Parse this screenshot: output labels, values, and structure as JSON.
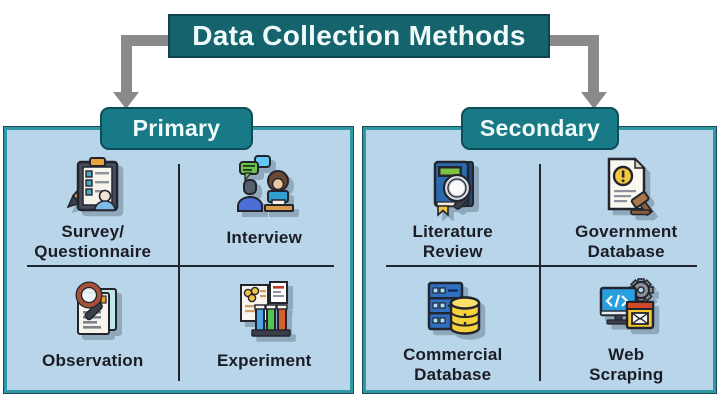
{
  "title": "Data Collection Methods",
  "colors": {
    "title_box": "#15646d",
    "branch_box": "#177a86",
    "panel_background": "#b9d5e9",
    "panel_border": "#2f98a4",
    "connector_gray": "#8a8a8a",
    "divider": "#23252e",
    "label_text": "#1b1c26",
    "header_text": "#f0fafa"
  },
  "branches": [
    {
      "label": "Primary",
      "items": [
        {
          "label": "Survey/\nQuestionnaire",
          "icon": "survey-questionnaire-icon"
        },
        {
          "label": "Interview",
          "icon": "interview-icon"
        },
        {
          "label": "Observation",
          "icon": "observation-icon"
        },
        {
          "label": "Experiment",
          "icon": "experiment-icon"
        }
      ]
    },
    {
      "label": "Secondary",
      "items": [
        {
          "label": "Literature\nReview",
          "icon": "literature-review-icon"
        },
        {
          "label": "Government\nDatabase",
          "icon": "government-database-icon"
        },
        {
          "label": "Commercial\nDatabase",
          "icon": "commercial-database-icon"
        },
        {
          "label": "Web\nScraping",
          "icon": "web-scraping-icon"
        }
      ]
    }
  ]
}
